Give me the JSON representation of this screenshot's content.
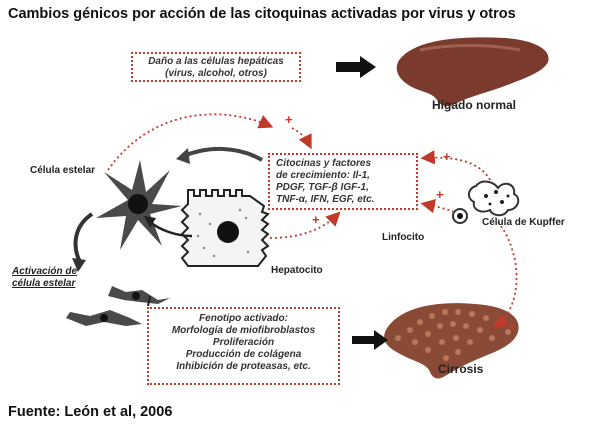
{
  "title": "Cambios génicos por acción de las citoquinas activadas por virus y otros",
  "source": "Fuente: León et al, 2006",
  "damage_box": {
    "line1": "Daño a las células hepáticas",
    "line2": "(virus, alcohol, otros)"
  },
  "cytokine_box": {
    "line1": "Citocinas y factores",
    "line2": "de crecimiento: Il-1,",
    "line3": "PDGF, TGF-β IGF-1,",
    "line4": "TNF-α, IFN, EGF, etc."
  },
  "phenotype_box": {
    "line1": "Fenotipo activado:",
    "line2": "Morfología de miofibroblastos",
    "line3": "Proliferación",
    "line4": "Producción de colágena",
    "line5": "Inhibición de  proteasas, etc."
  },
  "labels": {
    "normal_liver": "Hígado normal",
    "stellate_cell": "Célula estelar",
    "hepatocyte": "Hepatocito",
    "lymphocyte": "Linfocito",
    "kupffer_cell": "Célula de Kupffer",
    "activation_line1": "Activación de",
    "activation_line2": "célula estelar",
    "cirrhosis": "Cirrosis"
  },
  "signs": {
    "plus": "+"
  }
}
